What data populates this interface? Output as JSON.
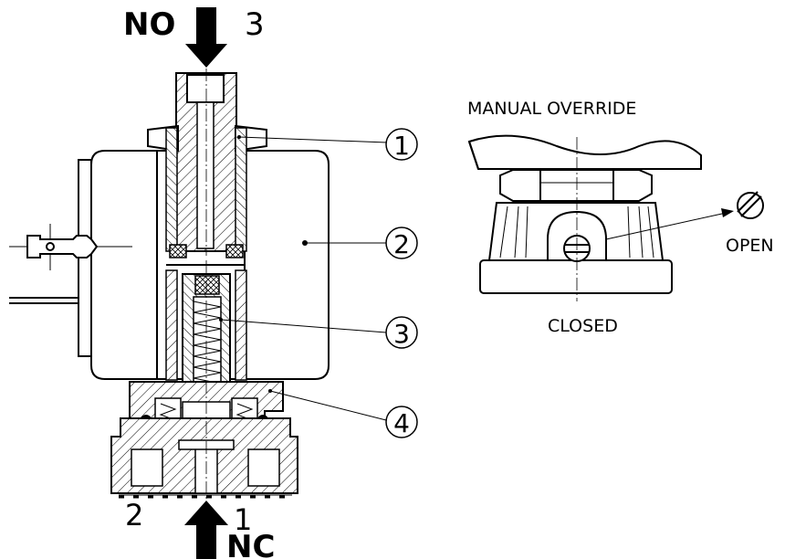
{
  "ports": {
    "no_label": "NO",
    "no_number": "3",
    "nc_label": "NC",
    "nc_number": "1",
    "exhaust_number": "2"
  },
  "callouts": [
    "1",
    "2",
    "3",
    "4"
  ],
  "manual_override": {
    "title": "MANUAL OVERRIDE",
    "open_label": "OPEN",
    "closed_label": "CLOSED"
  }
}
